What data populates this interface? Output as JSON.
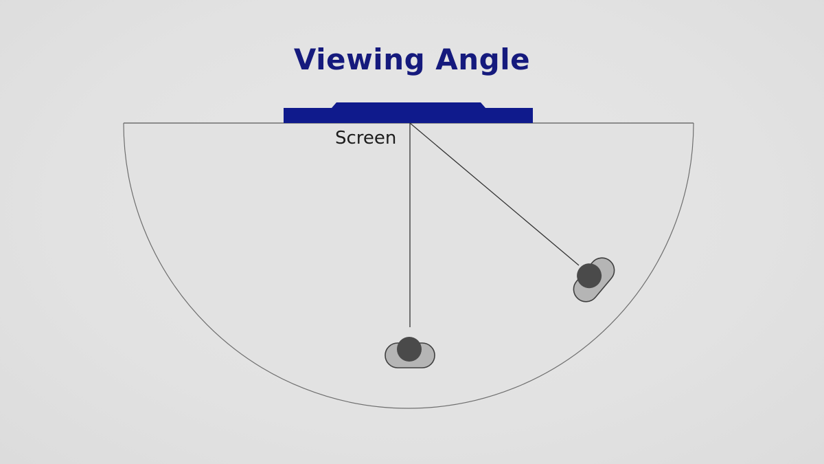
{
  "title": "Viewing Angle",
  "screen_label": "Screen",
  "colors": {
    "background": "#e4e4e4",
    "title": "#151a7d",
    "screen": "#0f1a8c",
    "outline": "#6e6e6e",
    "sight_line": "#333333",
    "viewer_head": "#4a4a4a",
    "viewer_body": "#b5b5b5"
  },
  "viewers": [
    {
      "name": "viewer-center",
      "position": "center"
    },
    {
      "name": "viewer-offaxis",
      "position": "off-axis right"
    }
  ]
}
